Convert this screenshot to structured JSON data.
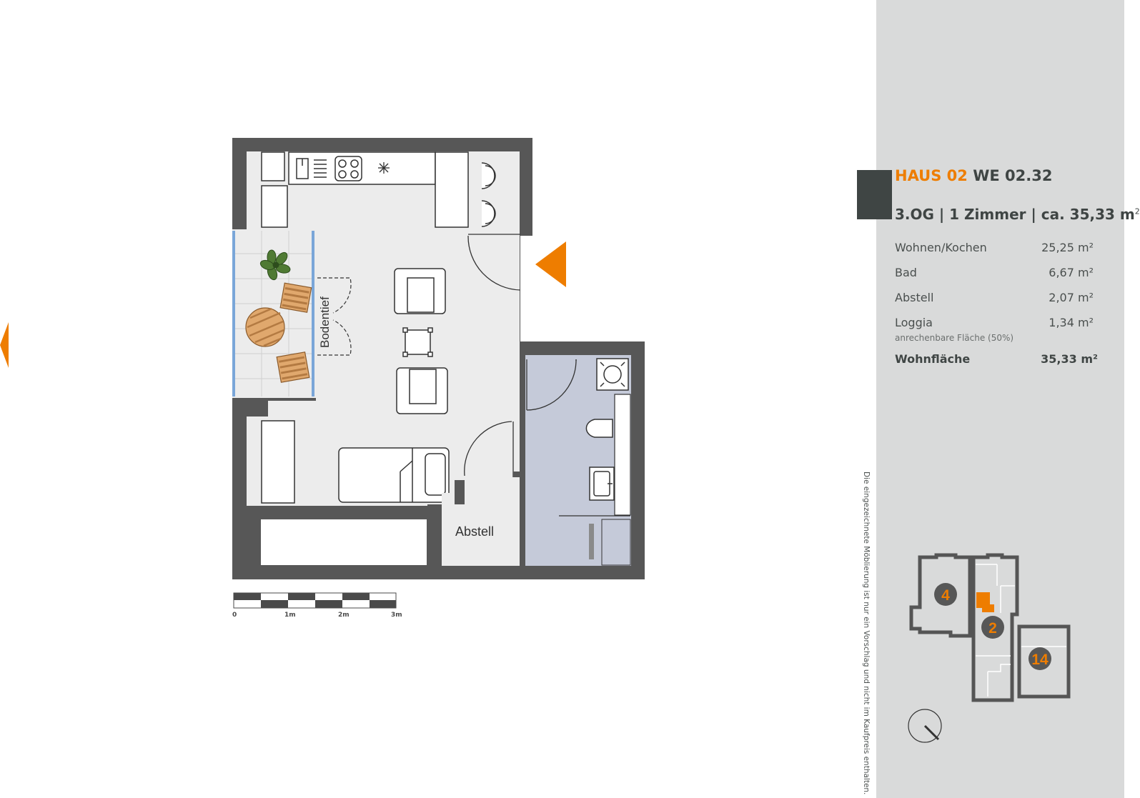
{
  "header": {
    "haus": "HAUS 02",
    "we": "WE 02.32",
    "subtitle": "3.OG | 1 Zimmer | ca. 35,33 m",
    "subtitle_sup": "2"
  },
  "rooms": [
    {
      "name": "Wohnen/Kochen",
      "area": "25,25 m²"
    },
    {
      "name": "Bad",
      "area": "6,67 m²"
    },
    {
      "name": "Abstell",
      "area": "2,07 m²"
    },
    {
      "name": "Loggia",
      "area": "1,34 m²",
      "note": "anrechenbare Fläche (50%)"
    }
  ],
  "total": {
    "name": "Wohnfläche",
    "area": "35,33 m²"
  },
  "plan": {
    "abstell_label": "Abstell",
    "bodentief_label": "Bodentief",
    "scale_labels": [
      "0",
      "1m",
      "2m",
      "3m"
    ]
  },
  "keyplan": {
    "houses": [
      "4",
      "2",
      "14"
    ]
  },
  "disclaimer": "Die eingezeichnete Möblierung ist nur ein Vorschlag und nicht im Kaufpreis enthalten.",
  "colors": {
    "accent": "#ee7d00",
    "wall": "#575757",
    "bath": "#c5cad9",
    "sidebar": "#d9dada"
  }
}
